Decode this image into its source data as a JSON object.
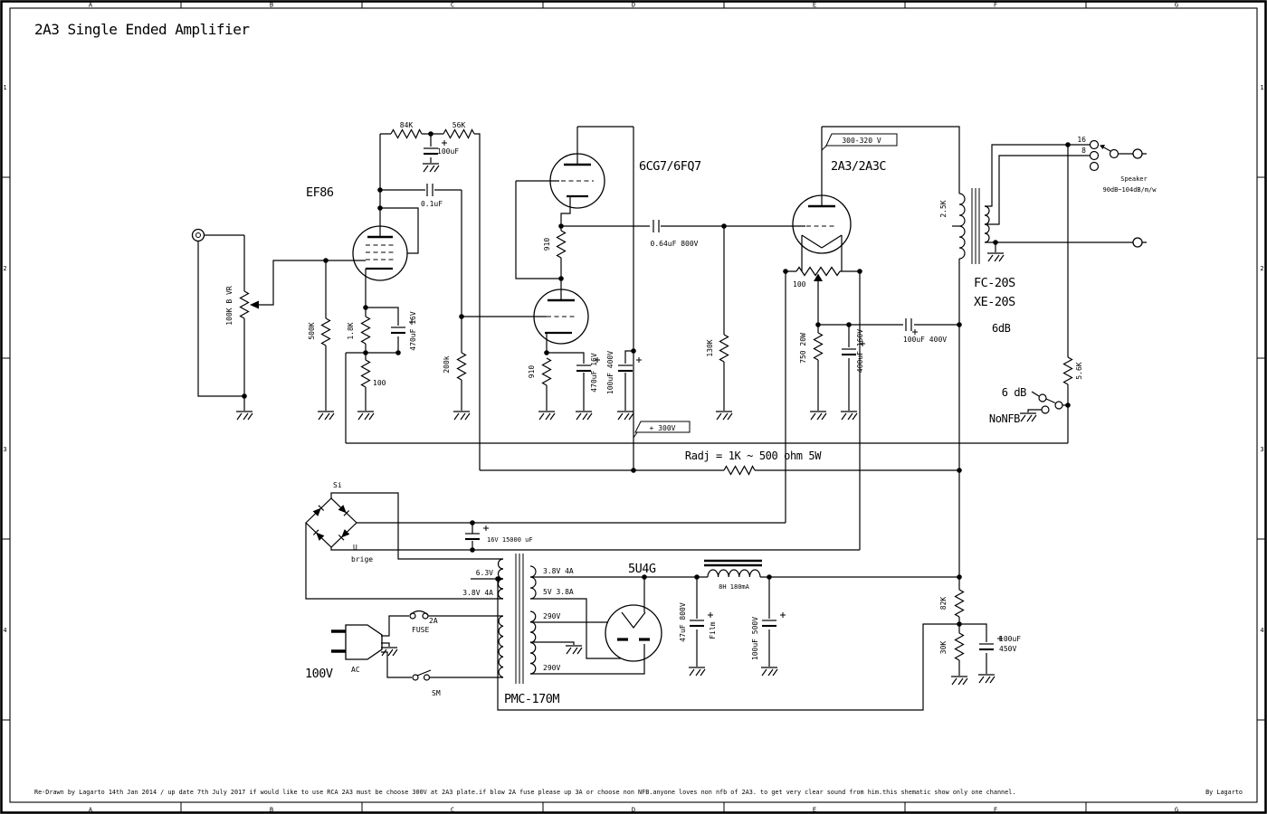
{
  "title": "2A3 Single Ended Amplifier",
  "footer": {
    "note": "Re-Drawn by Lagarto 14th Jan 2014 / up date 7th July 2017 if would like to use RCA 2A3 must be choose 300V at 2A3 plate.if blow 2A fuse please up 3A or choose non NFB.anyone loves non nfb of 2A3. to get very clear sound from him.this shematic show only one channel.",
    "credit": "By Lagarto"
  },
  "grid": {
    "cols": [
      "A",
      "B",
      "C",
      "D",
      "E",
      "F",
      "G"
    ],
    "rows": [
      "1",
      "2",
      "3",
      "4"
    ]
  },
  "input_stage": {
    "tube": "EF86",
    "volume_pot": "100K B VR",
    "grid_resistor": "500K",
    "cathode_resistor": "1.8K",
    "cathode_bypass": "470uF 16V",
    "feedback_return_resistor": "100",
    "plate_resistor": "84K",
    "screen_resistor": "56K",
    "screen_bypass": "100uF",
    "coupling_cap": "0.1uF",
    "next_grid_resistor": "200k"
  },
  "driver_stage": {
    "tube": "6CG7/6FQ7",
    "upper_cathode_resistor": "910",
    "lower_cathode_resistor": "910",
    "cathode_bypass": "470uF 16V",
    "decoupling_cap": "100uF 400V",
    "coupling_cap": "0.64uF 800V",
    "grid_resistor": "130K",
    "supply_flag": "+ 300V"
  },
  "output_stage": {
    "tube": "2A3/2A3C",
    "plate_voltage_flag": "300-320 V",
    "hum_pot": "100",
    "cathode_resistor": "750 20W",
    "cathode_bypass": "400uF 160V",
    "ultrapath_cap": "100uF 400V",
    "adjust_note": "Radj = 1K ~ 500 ohm 5W"
  },
  "output_transformer": {
    "primary_impedance": "2.5K",
    "model_1": "FC-20S",
    "model_2": "XE-20S",
    "gain": "6dB",
    "tap_16": "16",
    "tap_8": "8",
    "speaker": "Speaker",
    "speaker_spec": "90dB~104dB/m/w"
  },
  "feedback": {
    "resistor": "5.6K",
    "pos_6db": "6 dB",
    "pos_nonfb": "NoNFB"
  },
  "power_supply": {
    "rectifier_type": "Si",
    "bridge_label_1": "U",
    "bridge_label_2": "brige",
    "heater_filter_cap": "16V 15000 uF",
    "transformer": "PMC-170M",
    "winding_63v": "6.3V",
    "winding_38v_left": "3.8V 4A",
    "winding_38v_right": "3.8V 4A",
    "winding_5v": "5V 3.8A",
    "winding_290v_top": "290V",
    "winding_290v_bottom": "290V",
    "fuse_rating": "2A",
    "fuse_label": "FUSE",
    "mains_voltage": "100V",
    "mains_type": "AC",
    "switch_label": "SM",
    "rectifier_tube": "5U4G",
    "first_filter_cap": "47uF 800V",
    "first_filter_cap_type": "Film",
    "choke": "8H 180mA",
    "second_filter_cap": "100uF 500V",
    "divider_top": "82K",
    "divider_bottom": "30K",
    "divider_cap_line1": "100uF",
    "divider_cap_line2": "450V"
  }
}
